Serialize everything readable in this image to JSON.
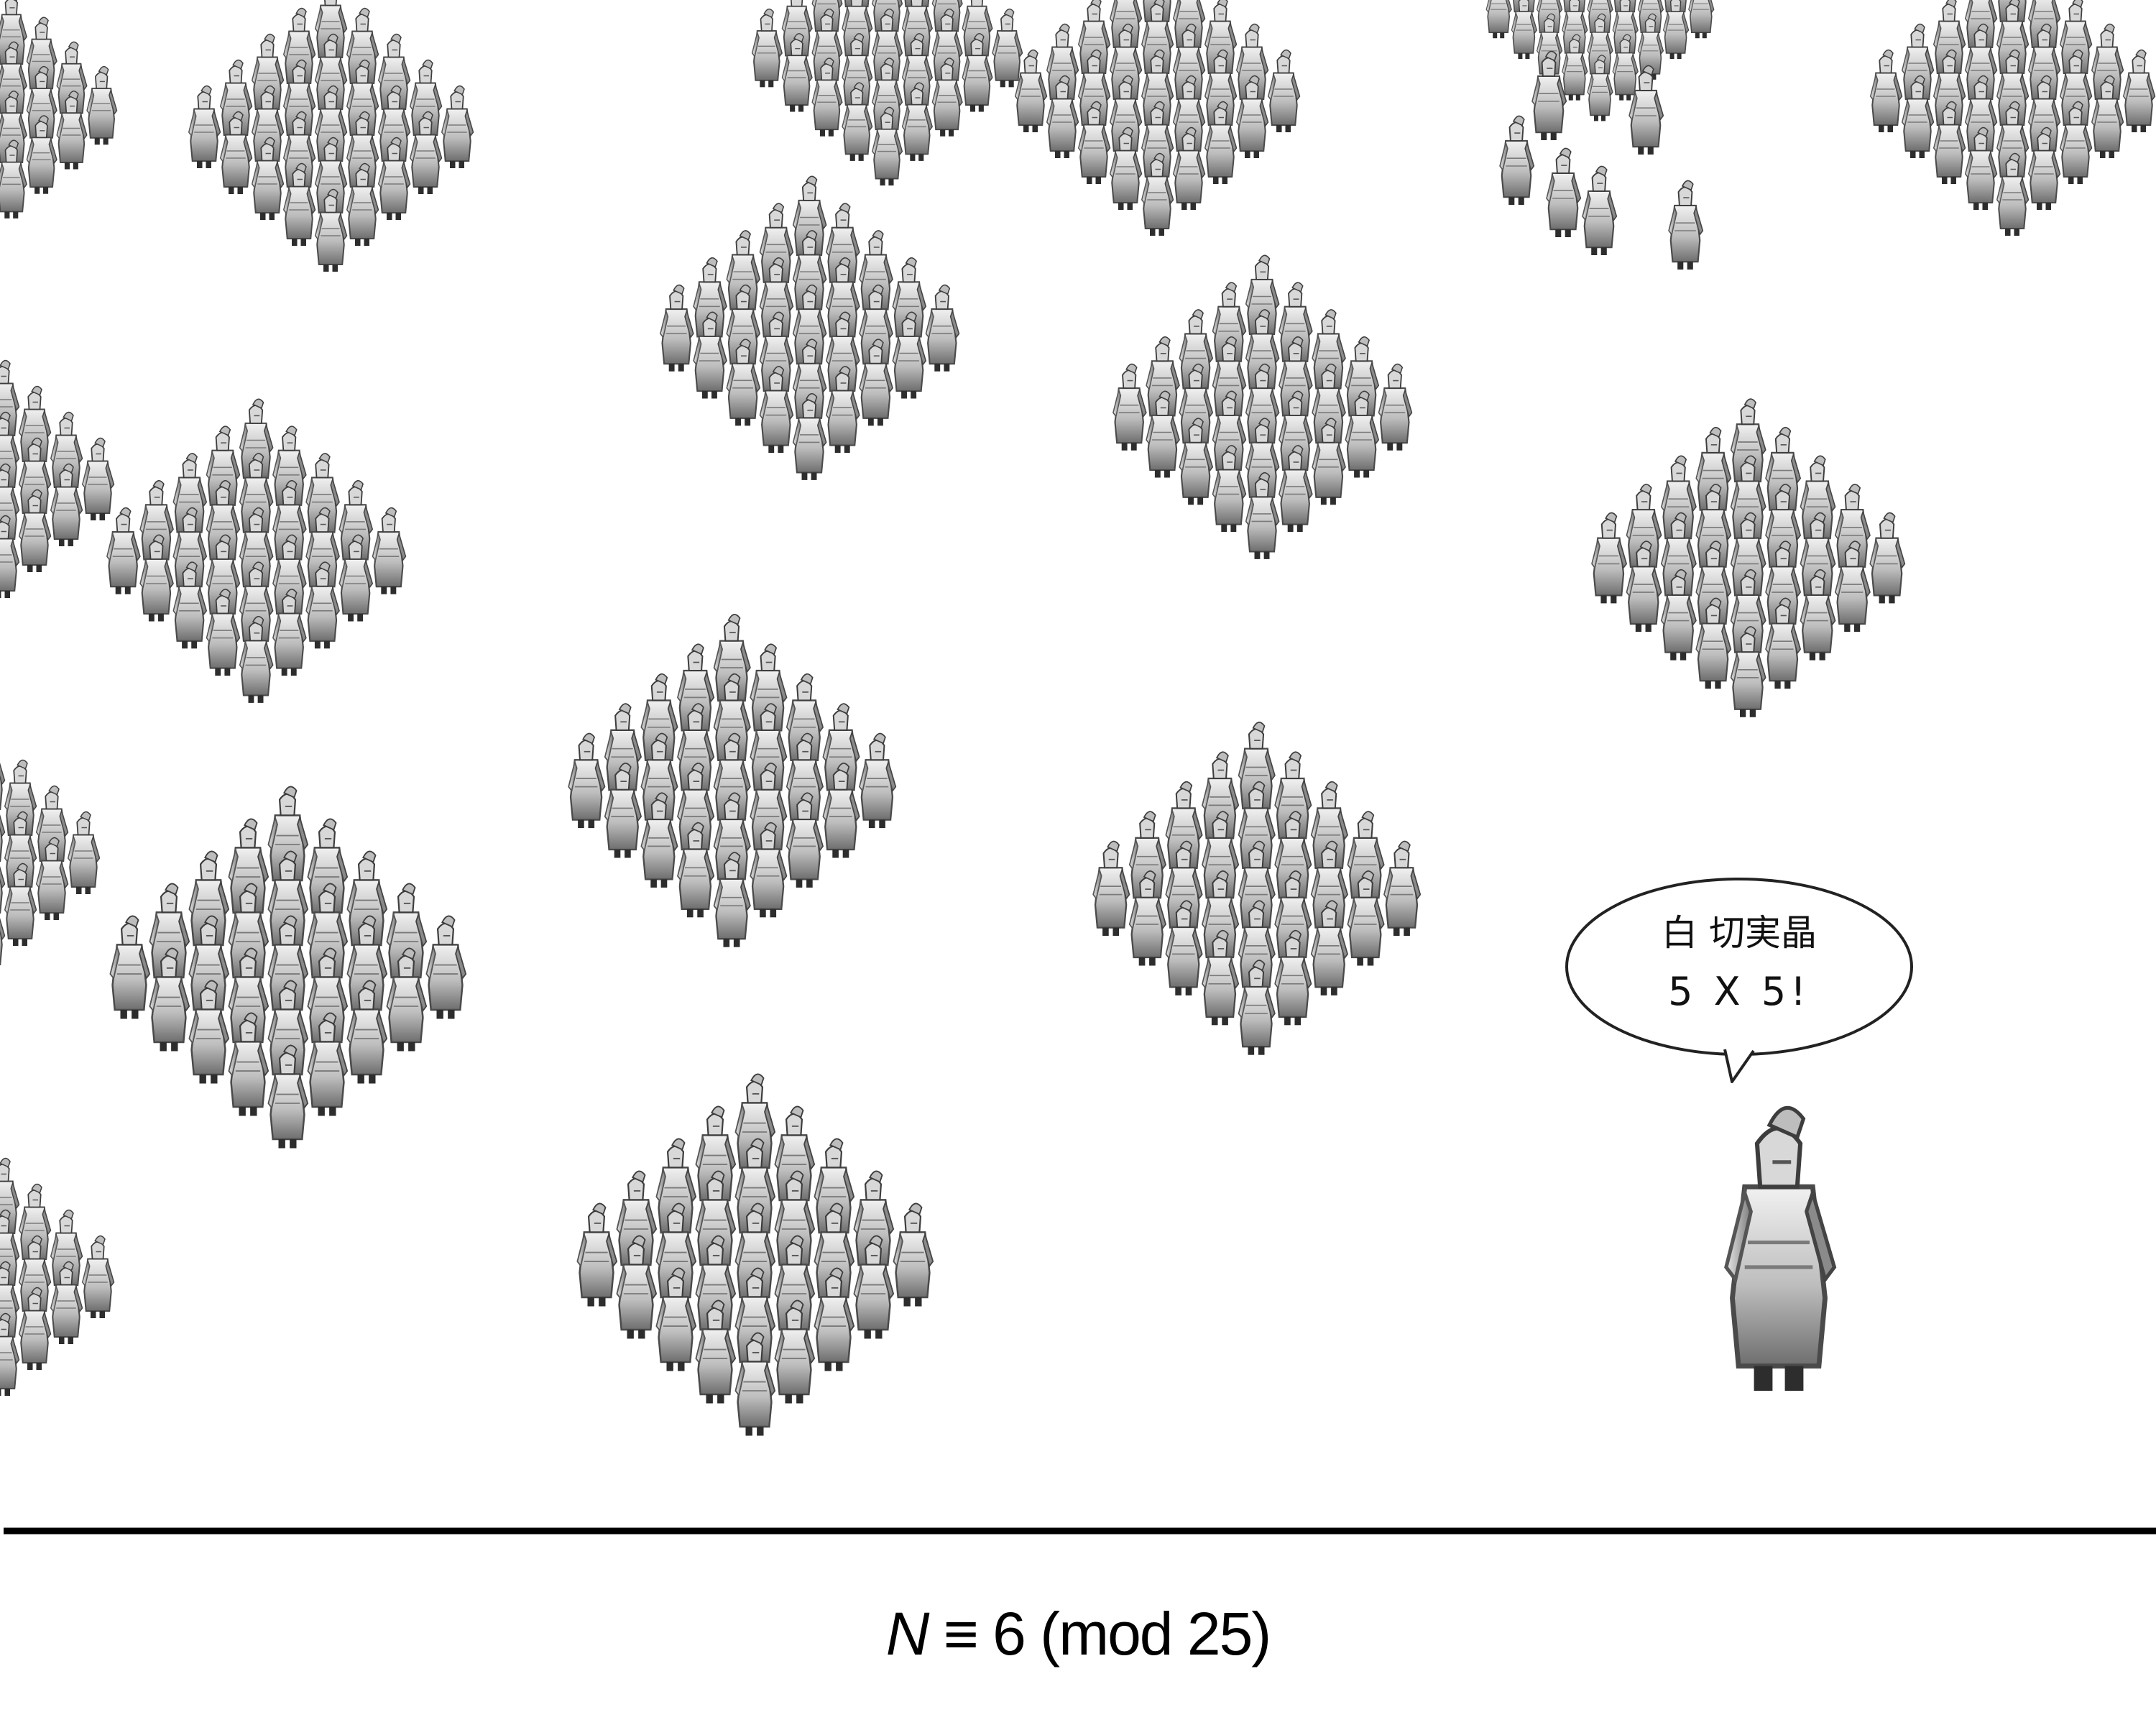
{
  "speech_bubble": {
    "line1": "白 切実晶",
    "line2": "5 X 5!"
  },
  "caption": {
    "variable": "N",
    "rest": " ≡ 6 (mod 25)"
  },
  "colors": {
    "background": "#ffffff",
    "ink": "#000000",
    "soldier_light": "#ececec",
    "soldier_mid": "#9a9a9a",
    "soldier_dark": "#2a2a2a"
  },
  "formations": {
    "squad_size": 25,
    "remainder_soldiers": 6
  }
}
